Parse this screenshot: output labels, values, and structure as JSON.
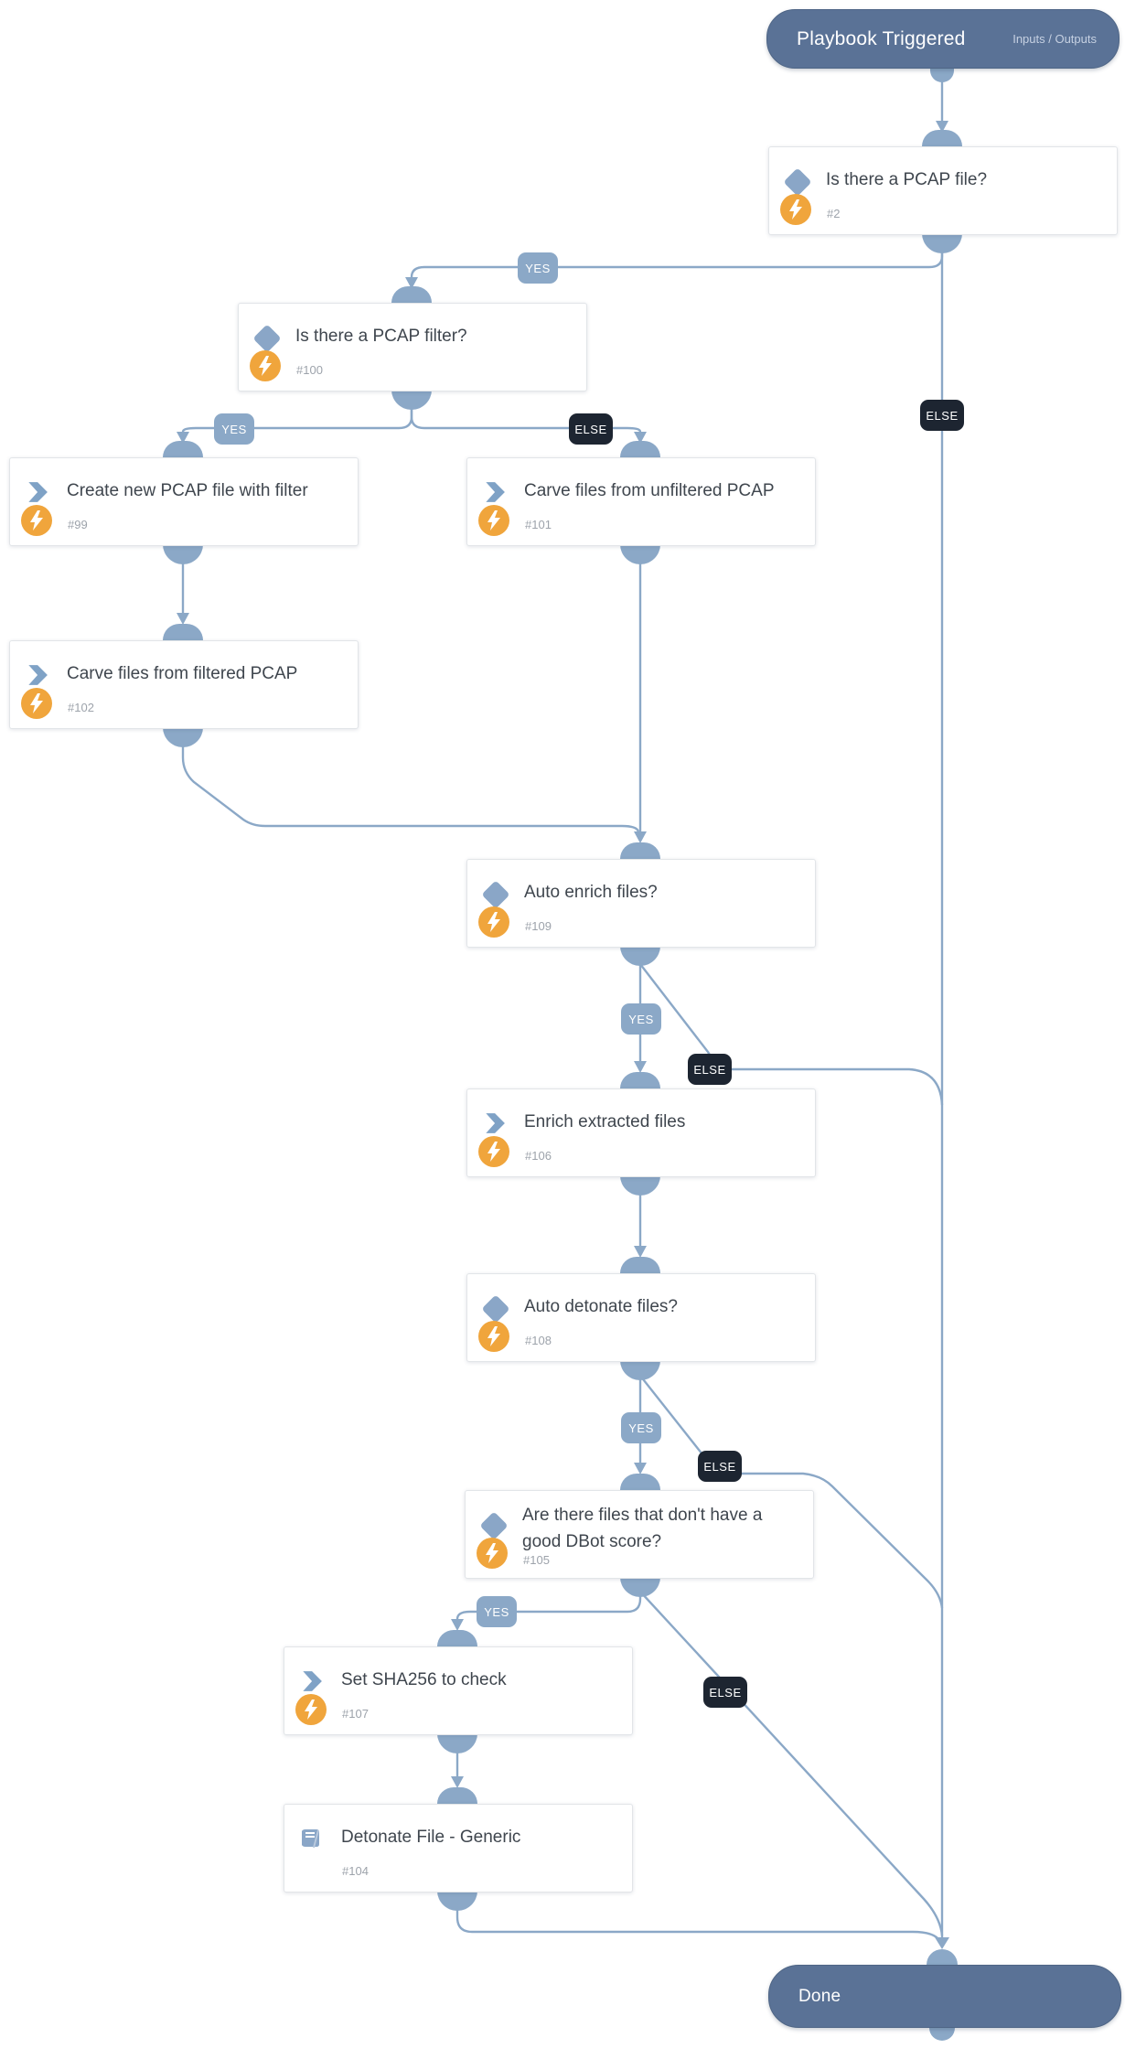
{
  "playbook": {
    "start": {
      "title": "Playbook Triggered",
      "right_link": "Inputs / Outputs"
    },
    "end": {
      "title": "Done"
    },
    "nodes": [
      {
        "id": "#2",
        "title": "Is there a PCAP file?",
        "type": "condition"
      },
      {
        "id": "#100",
        "title": "Is there a PCAP filter?",
        "type": "condition"
      },
      {
        "id": "#99",
        "title": "Create new PCAP file with filter",
        "type": "task"
      },
      {
        "id": "#101",
        "title": "Carve files from unfiltered PCAP",
        "type": "task"
      },
      {
        "id": "#102",
        "title": "Carve files from filtered PCAP",
        "type": "task"
      },
      {
        "id": "#109",
        "title": "Auto enrich files?",
        "type": "condition"
      },
      {
        "id": "#106",
        "title": "Enrich extracted files",
        "type": "task"
      },
      {
        "id": "#108",
        "title": "Auto detonate files?",
        "type": "condition"
      },
      {
        "id": "#105",
        "title": "Are there files that don't have a good DBot score?",
        "type": "condition"
      },
      {
        "id": "#107",
        "title": "Set SHA256 to check",
        "type": "task"
      },
      {
        "id": "#104",
        "title": "Detonate File - Generic",
        "type": "sub-playbook"
      }
    ],
    "branch_labels": [
      {
        "label": "YES"
      },
      {
        "label": "ELSE"
      },
      {
        "label": "YES"
      },
      {
        "label": "ELSE"
      },
      {
        "label": "YES"
      },
      {
        "label": "ELSE"
      },
      {
        "label": "YES"
      },
      {
        "label": "ELSE"
      },
      {
        "label": "YES"
      },
      {
        "label": "ELSE"
      }
    ],
    "colors": {
      "edge_blue": "#8ba8c7",
      "yes_badge": "#8ba8c7",
      "else_badge": "#1d2531",
      "terminal_pill": "#5a7296",
      "bolt_orange": "#f0a53c",
      "condition_diamond": "#8aa6c7",
      "card_title_text": "#3f464e",
      "card_id_text": "#9da3ab"
    }
  }
}
